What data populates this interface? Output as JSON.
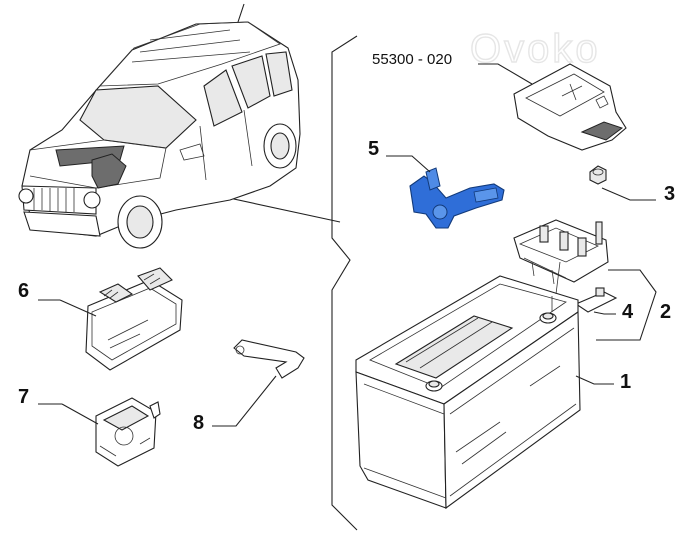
{
  "watermark": "Ovoko",
  "part_number": "55300 - 020",
  "callouts": {
    "c1": "1",
    "c2": "2",
    "c3": "3",
    "c4": "4",
    "c5": "5",
    "c6": "6",
    "c7": "7",
    "c8": "8"
  },
  "colors": {
    "highlight": "#2f6ed8",
    "line": "#222222",
    "background": "#ffffff"
  }
}
